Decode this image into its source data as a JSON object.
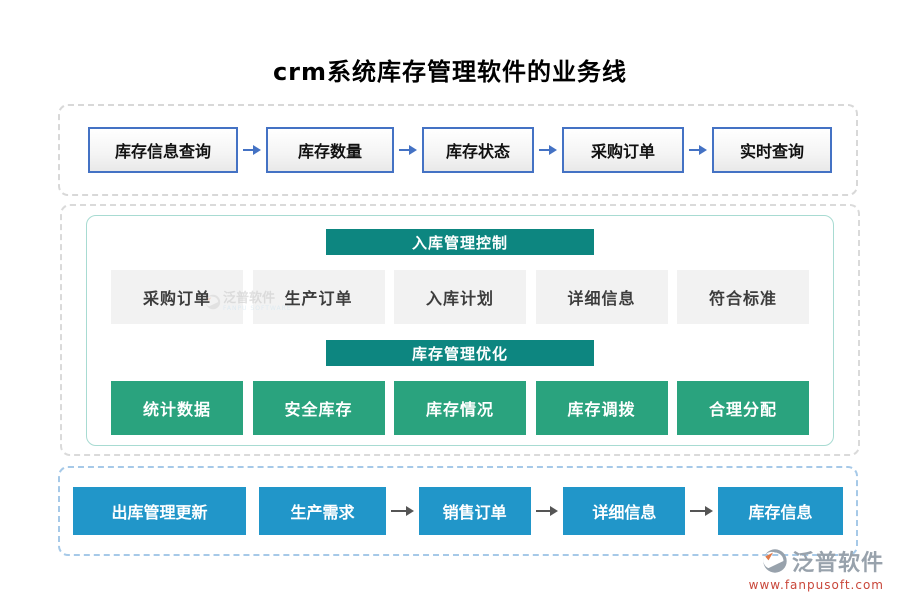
{
  "title": "crm系统库存管理软件的业务线",
  "colors": {
    "teal_header": "#0d8680",
    "green_box": "#2aa37e",
    "blue_box": "#2196c9",
    "blue_border": "#4472c4",
    "arrow_blue": "#4472c4",
    "arrow_dark": "#555555",
    "gray_box": "#f2f2f2"
  },
  "top_flow": {
    "items": [
      "库存信息查询",
      "库存数量",
      "库存状态",
      "采购订单",
      "实时查询"
    ]
  },
  "middle": {
    "header1": "入库管理控制",
    "row1": [
      "采购订单",
      "生产订单",
      "入库计划",
      "详细信息",
      "符合标准"
    ],
    "header2": "库存管理优化",
    "row2": [
      "统计数据",
      "安全库存",
      "库存情况",
      "库存调拨",
      "合理分配"
    ]
  },
  "bottom_flow": {
    "items": [
      "出库管理更新",
      "生产需求",
      "销售订单",
      "详细信息",
      "库存信息"
    ]
  },
  "watermark": {
    "name": "泛普软件",
    "sub": "FANPU SOFTWARE"
  },
  "brand": {
    "name": "泛普软件",
    "url": "www.fanpusoft.com"
  }
}
